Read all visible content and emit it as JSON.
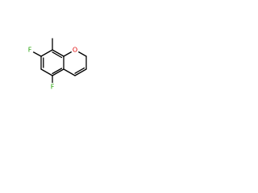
{
  "structure": {
    "atoms": [
      {
        "id": "O1",
        "label": "O",
        "color": "#e00000"
      },
      {
        "id": "F5",
        "label": "F",
        "color": "#1fa000"
      },
      {
        "id": "F6",
        "label": "F",
        "color": "#1fa000"
      }
    ]
  },
  "colors": {
    "bond": "#000000",
    "oxygen": "#e00000",
    "fluorine": "#1fa000"
  }
}
